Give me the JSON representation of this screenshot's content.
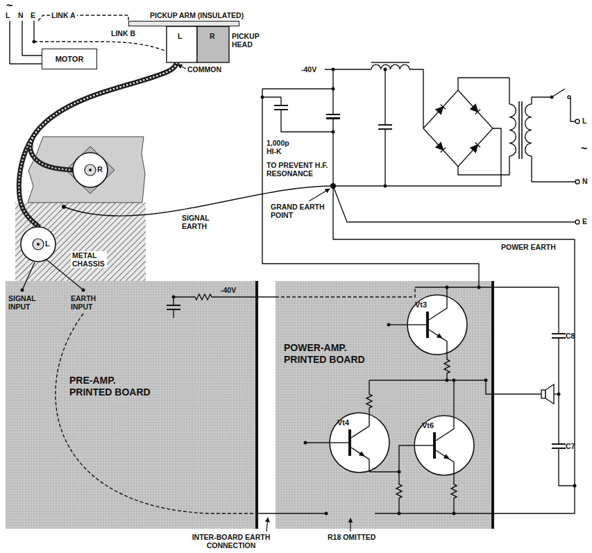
{
  "diagram": {
    "nodes": [
      {
        "text": [
          "MOTOR"
        ]
      },
      {
        "text": [
          "PICKUP ARM (INSULATED)"
        ]
      },
      {
        "text": [
          "L",
          "R",
          "PICKUP HEAD"
        ]
      },
      {
        "text": [
          "METAL CHASSIS"
        ]
      },
      {
        "text": [
          "R"
        ],
        "in": 3
      },
      {
        "text": [
          "L"
        ],
        "in": 3
      },
      {
        "text": [
          "PRE-AMP. PRINTED BOARD"
        ]
      },
      {
        "text": [
          "POWER-AMP. PRINTED BOARD"
        ]
      },
      {
        "text": [
          "Vt3"
        ],
        "in": 7
      },
      {
        "text": [
          "Vt4"
        ],
        "in": 7
      },
      {
        "text": [
          "Vt6"
        ],
        "in": 7
      }
    ],
    "edges": [
      {
        "from": 2,
        "to": 4,
        "arrow": "none"
      },
      {
        "from": 2,
        "to": 5,
        "arrow": "none"
      },
      {
        "from": 6,
        "to": 7,
        "arrow": "none"
      },
      {
        "from": 6,
        "to": 7,
        "arrow": "none"
      }
    ],
    "labels": [
      "~",
      "L",
      "N",
      "E",
      "LINK A",
      "LINK B",
      "COMMON",
      "-40V",
      "1,000p HI-K",
      "TO PREVENT H.F. RESONANCE",
      "GRAND EARTH POINT",
      "SIGNAL EARTH",
      "POWER EARTH",
      "L",
      "~",
      "N",
      "E",
      "SIGNAL INPUT",
      "EARTH INPUT",
      "-40V",
      "C8",
      "C7",
      "INTER-BOARD EARTH CONNECTION",
      "R18 OMITTED"
    ]
  }
}
